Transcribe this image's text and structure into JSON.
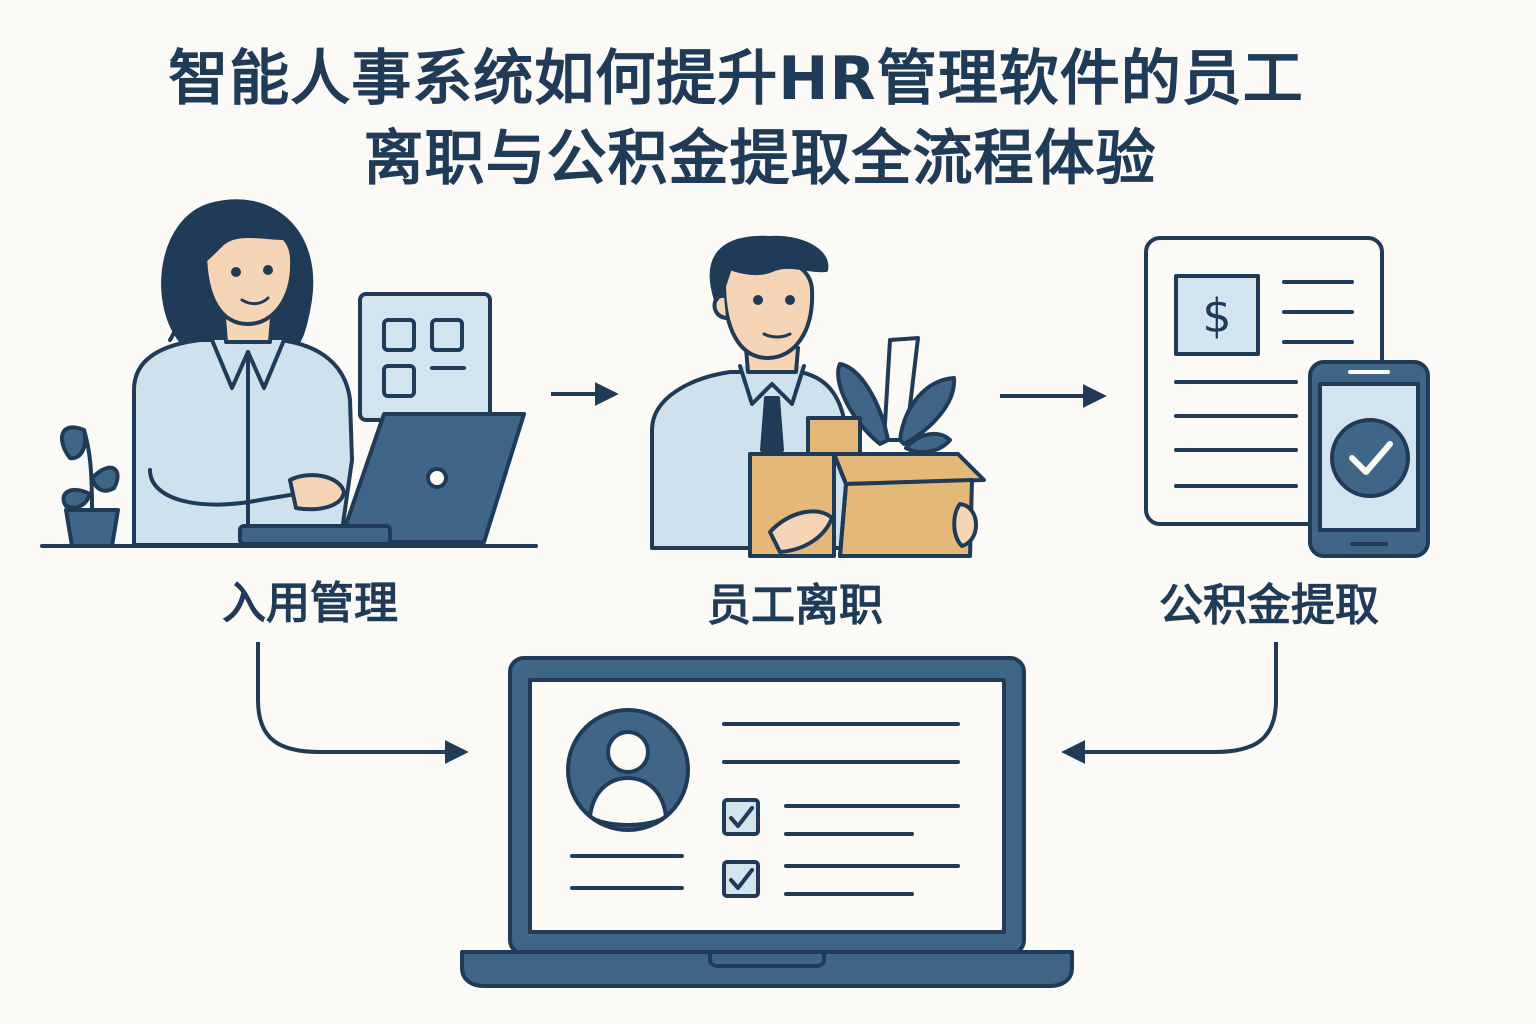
{
  "title": {
    "line1": "智能人事系统如何提升HR管理软件的员工",
    "line2": "离职与公积金提取全流程体验"
  },
  "stages": [
    {
      "label": "入用管理"
    },
    {
      "label": "员工离职"
    },
    {
      "label": "公积金提取"
    }
  ],
  "icons": {
    "currency_symbol": "$"
  },
  "colors": {
    "navy": "#1f3b57",
    "slate_blue": "#3f6687",
    "light_blue": "#d3e4ee",
    "shirt_blue": "#cfe1ec",
    "box_tan": "#e4b878",
    "skin": "#f6d5b6",
    "background": "#fbfaf6"
  }
}
